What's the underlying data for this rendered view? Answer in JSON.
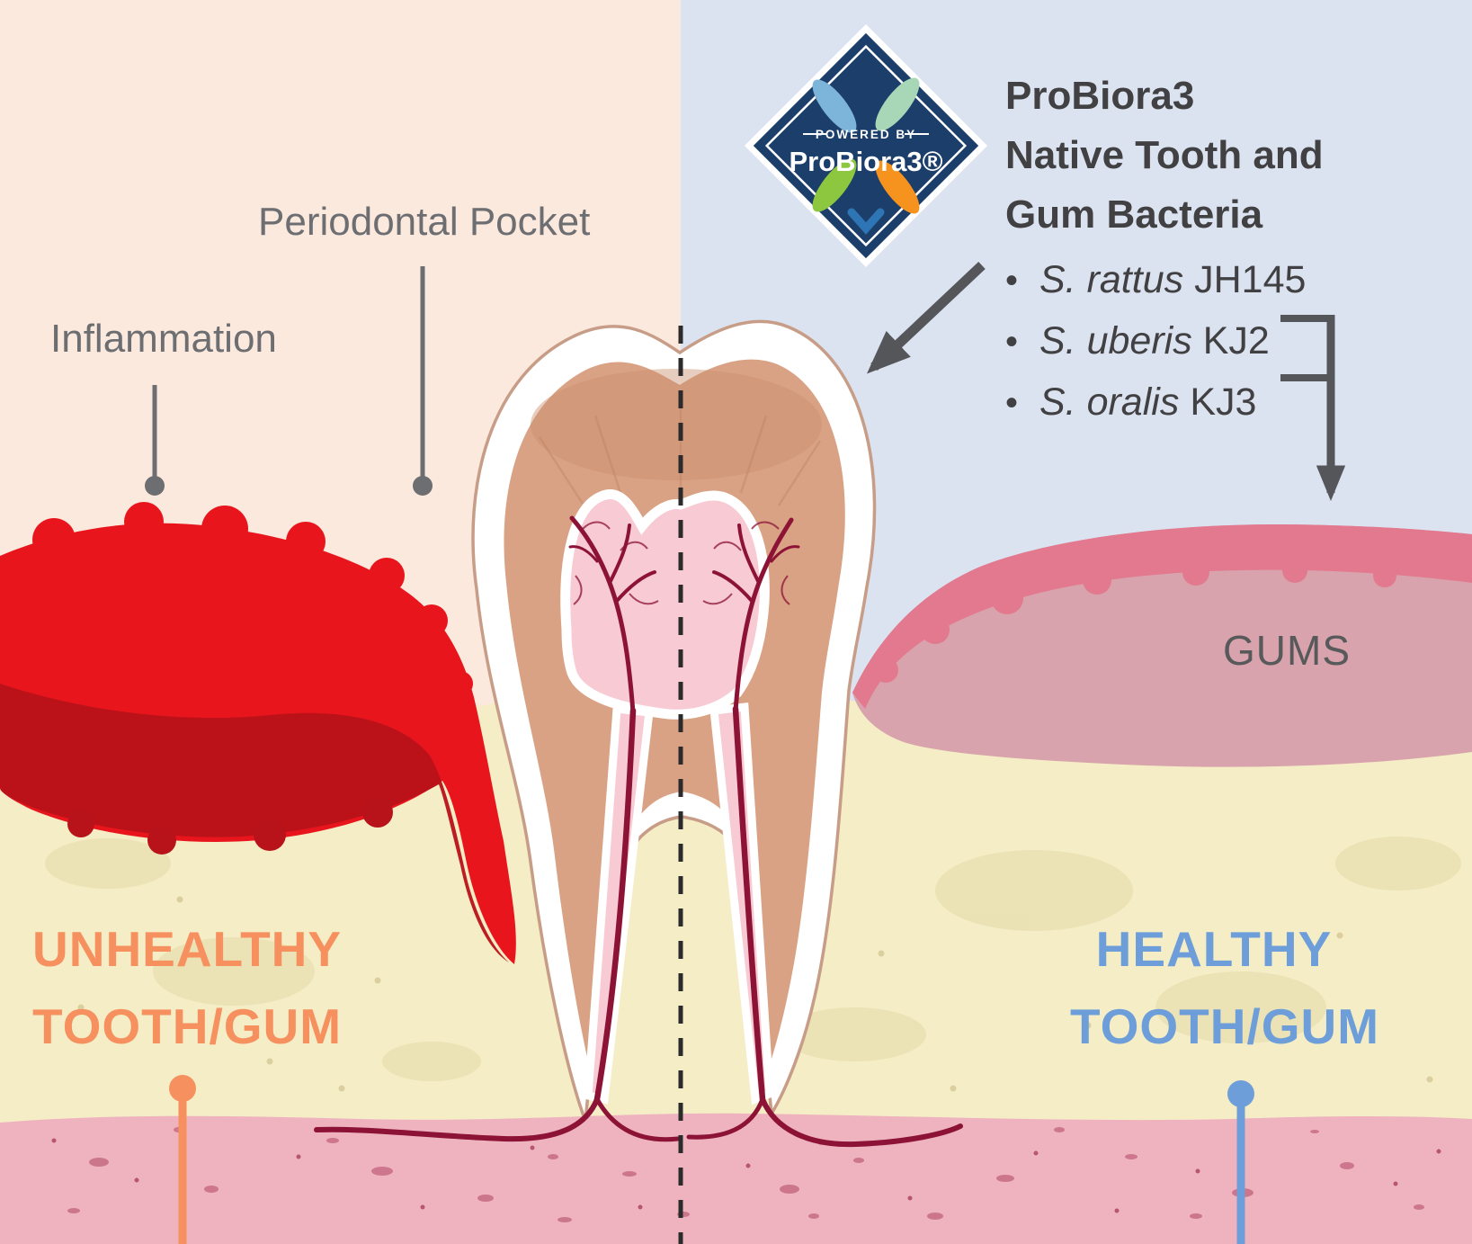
{
  "labels": {
    "periodontal_pocket": "Periodontal Pocket",
    "inflammation": "Inflammation",
    "gums": "GUMS"
  },
  "logo": {
    "powered_by": "POWERED BY",
    "brand": "ProBiora3®"
  },
  "probiora": {
    "heading_lines": [
      "ProBiora3",
      "Native Tooth and",
      "Gum Bacteria"
    ],
    "bullets": [
      {
        "species": "S. rattus",
        "strain": "JH145"
      },
      {
        "species": "S. uberis",
        "strain": "KJ2"
      },
      {
        "species": "S. oralis",
        "strain": "KJ3"
      }
    ]
  },
  "sides": {
    "unhealthy": {
      "line1": "UNHEALTHY",
      "line2": "TOOTH/GUM"
    },
    "healthy": {
      "line1": "HEALTHY",
      "line2": "TOOTH/GUM"
    }
  },
  "colors": {
    "unhealthy_accent": "#F6905F",
    "healthy_accent": "#6D9ED9",
    "inflammation_red": "#E8151D",
    "inflammation_dark": "#B8121A",
    "label_grey": "#6D6E71",
    "heading_dark": "#414042",
    "arrow_grey": "#55565A",
    "logo_navy": "#1C3E6B",
    "left_bg": "#FCE9DE",
    "right_bg": "#DCE3F0",
    "bone_yellow": "#F4EDC6",
    "band_pink": "#EFB3C0",
    "gum_body": "#D8A3AC",
    "gum_ridge": "#E2798F",
    "dentin_tan": "#D9A284",
    "pulp_pink": "#F8CAD3",
    "vessel_red": "#8C1336"
  }
}
